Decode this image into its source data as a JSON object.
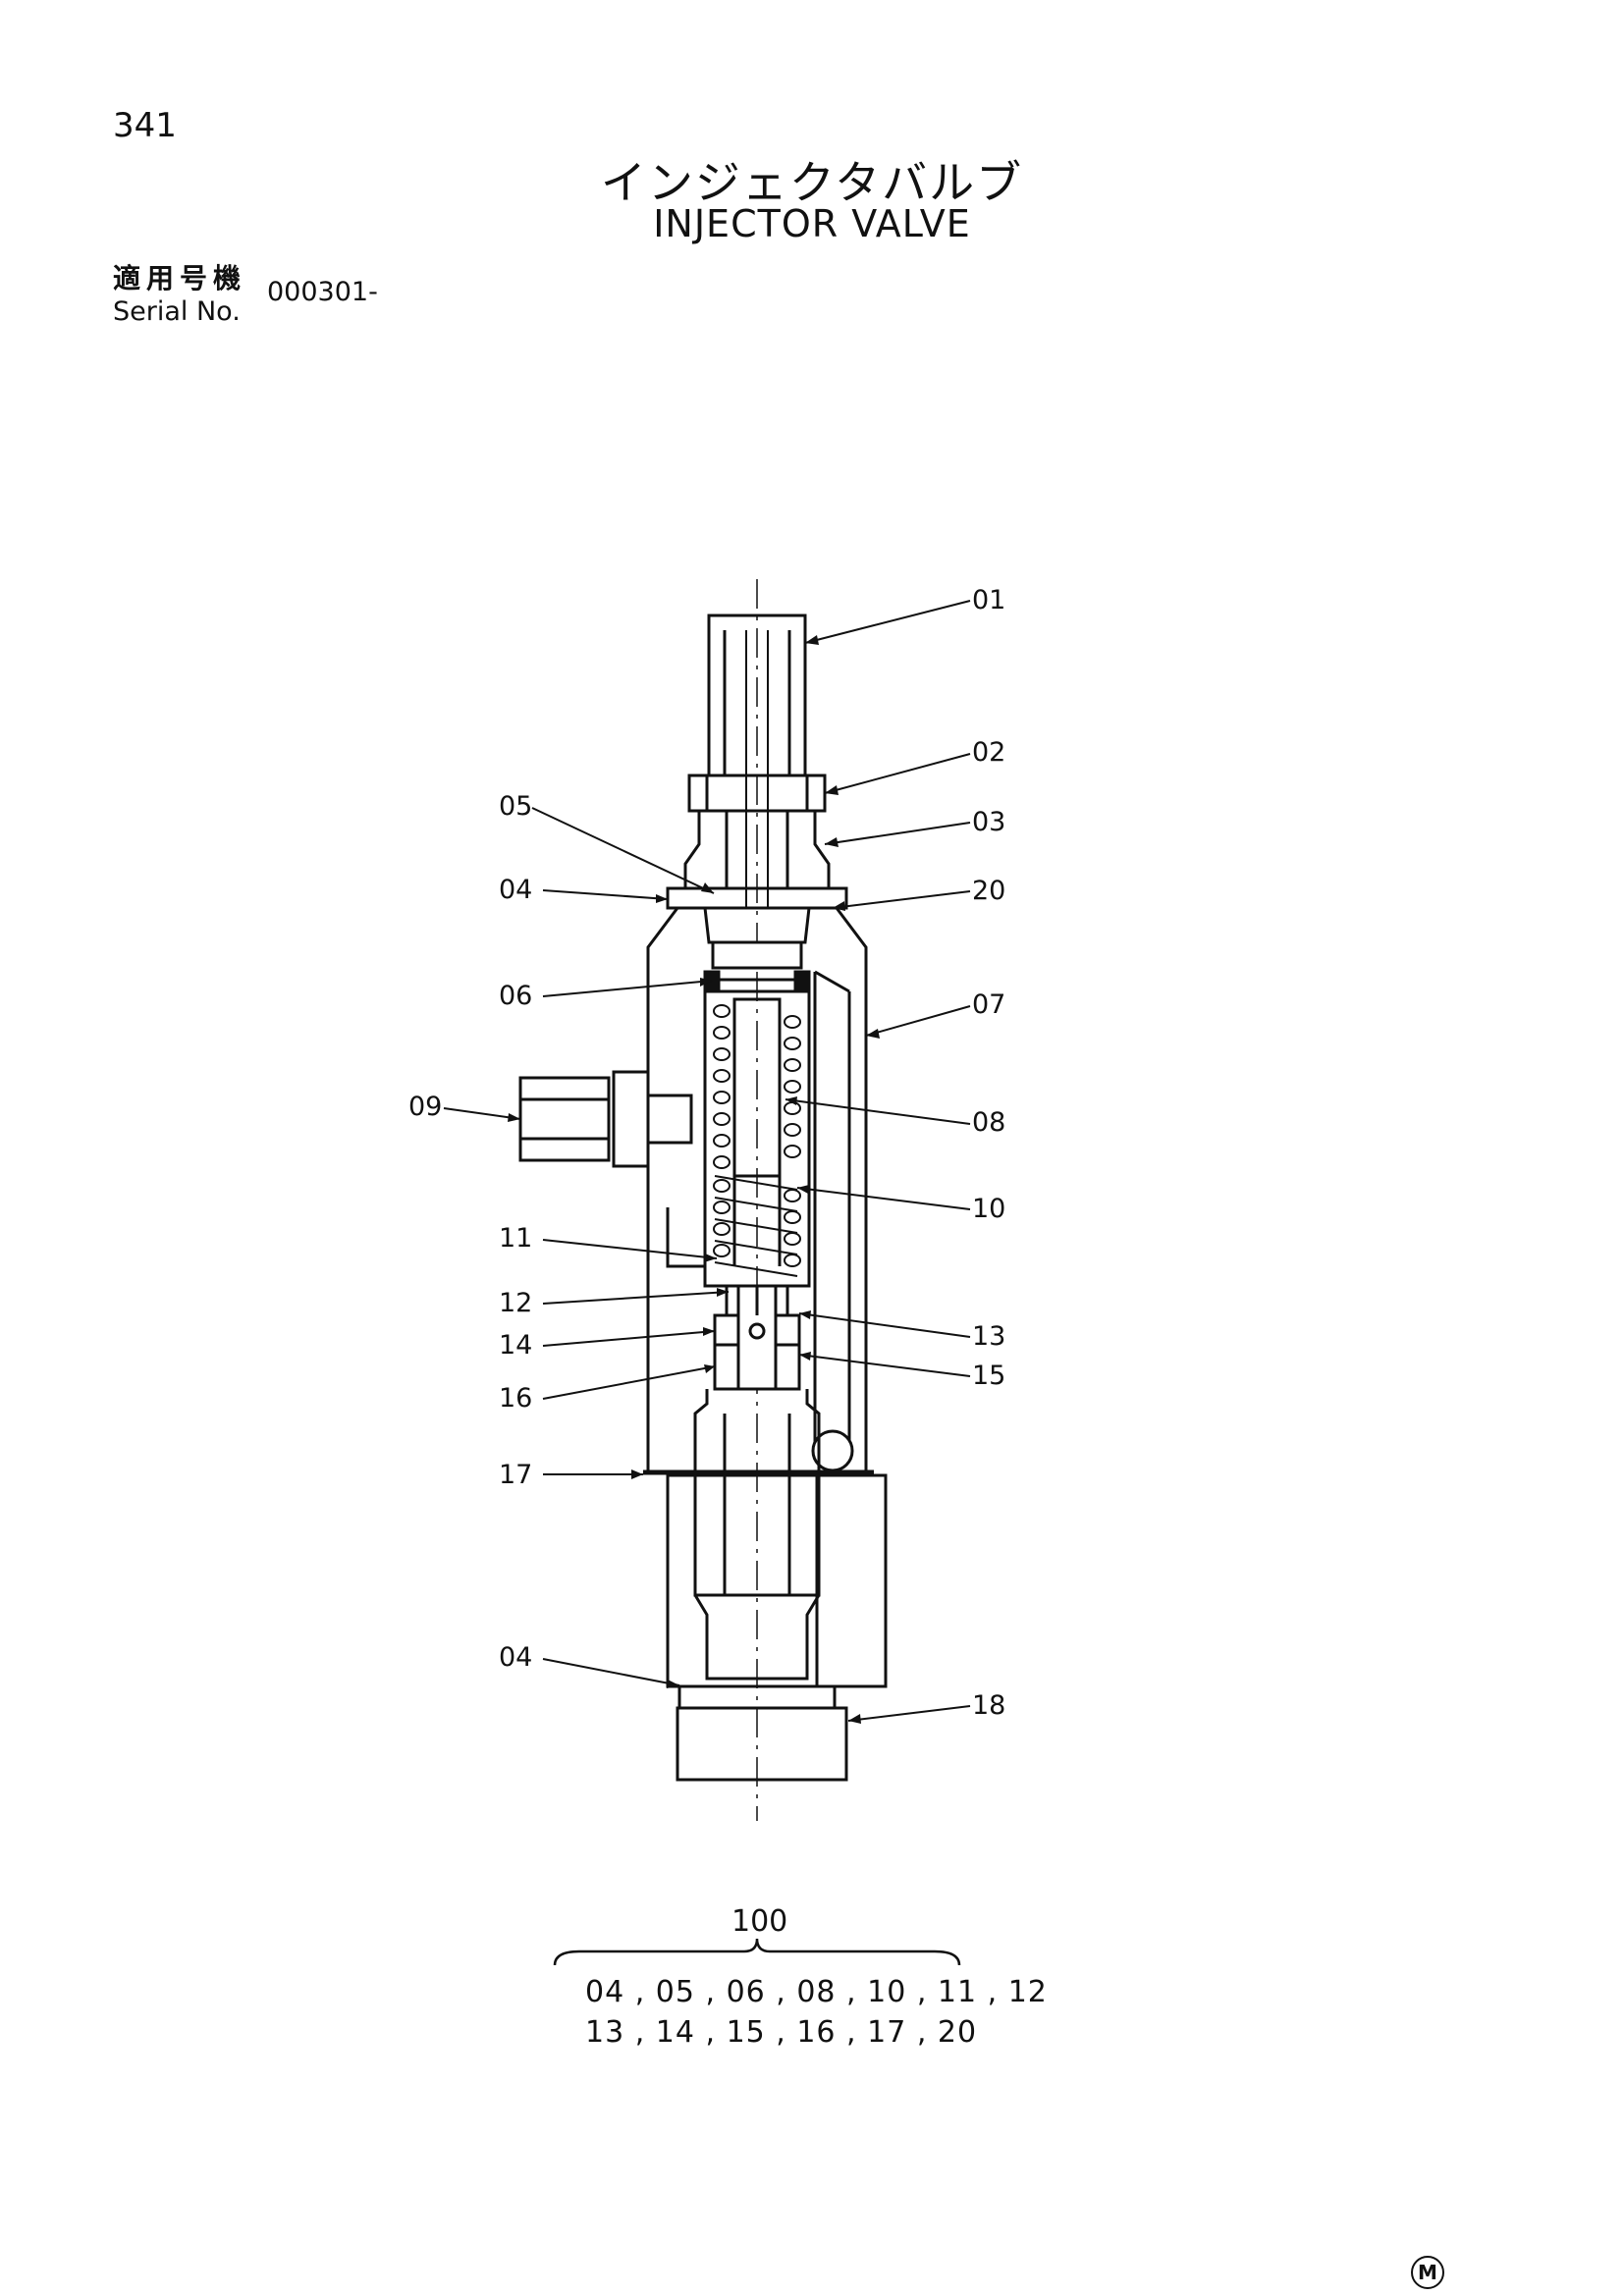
{
  "page_number": "341",
  "title_ja": "インジェクタバルブ",
  "title_en": "INJECTOR VALVE",
  "serial": {
    "label_ja": "適用号機",
    "label_en": "Serial No.",
    "value": "000301-"
  },
  "callouts": {
    "c01": "01",
    "c02": "02",
    "c03": "03",
    "c04a": "04",
    "c04b": "04",
    "c05": "05",
    "c06": "06",
    "c07": "07",
    "c08": "08",
    "c09": "09",
    "c10": "10",
    "c11": "11",
    "c12": "12",
    "c13": "13",
    "c14": "14",
    "c15": "15",
    "c16": "16",
    "c17": "17",
    "c18": "18",
    "c20": "20"
  },
  "kit": {
    "number": "100",
    "row1": "04 , 05 , 06 , 08 , 10 , 11 , 12",
    "row2": "13 , 14 , 15 , 16 , 17 , 20"
  },
  "maker_mark": "M"
}
